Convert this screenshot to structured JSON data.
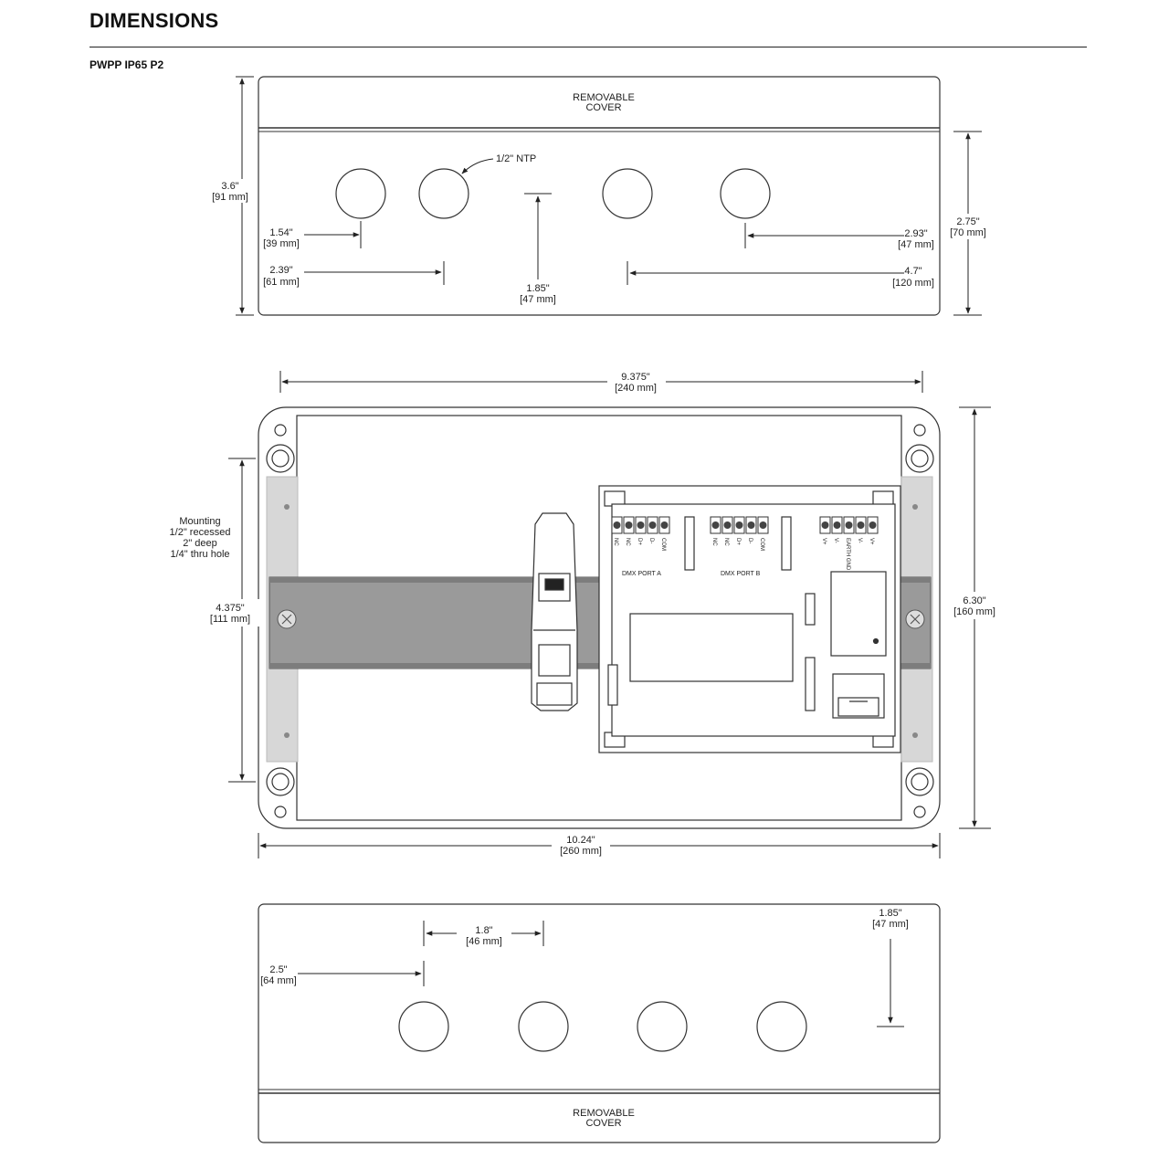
{
  "page": {
    "title": "DIMENSIONS",
    "subtitle": "PWPP IP65 P2"
  },
  "top_view": {
    "cover_label": [
      "REMOVABLE",
      "COVER"
    ],
    "knockout_label": "1/2\" NTP",
    "dims": {
      "height": [
        "3.6\"",
        "[91 mm]"
      ],
      "d154": [
        "1.54\"",
        "[39 mm]"
      ],
      "d239": [
        "2.39\"",
        "[61 mm]"
      ],
      "d185": [
        "1.85\"",
        "[47 mm]"
      ],
      "d293": [
        "2.93\"",
        "[47 mm]"
      ],
      "d47": [
        "4.7\"",
        "[120 mm]"
      ],
      "d275": [
        "2.75\"",
        "[70 mm]"
      ]
    }
  },
  "front_view": {
    "dims": {
      "inner_width": [
        "9.375\"",
        "[240 mm]"
      ],
      "outer_width": [
        "10.24\"",
        "[260 mm]"
      ],
      "mount_height": [
        "4.375\"",
        "[111 mm]"
      ],
      "outer_height": [
        "6.30\"",
        "[160 mm]"
      ]
    },
    "mounting_note": [
      "Mounting",
      "1/2\" recessed",
      "2\" deep",
      "1/4\" thru hole"
    ],
    "port_a": "DMX PORT A",
    "port_b": "DMX PORT B",
    "terminal_labels_a": [
      "NC",
      "NC",
      "D+",
      "D-",
      "COM"
    ],
    "terminal_labels_b": [
      "NC",
      "NC",
      "D+",
      "D-",
      "COM"
    ],
    "terminal_labels_power": [
      "V+",
      "V-",
      "EARTH GND",
      "V-",
      "V+"
    ]
  },
  "bottom_view": {
    "cover_label": [
      "REMOVABLE",
      "COVER"
    ],
    "dims": {
      "d18": [
        "1.8\"",
        "[46 mm]"
      ],
      "d25": [
        "2.5\"",
        "[64 mm]"
      ],
      "d185": [
        "1.85\"",
        "[47 mm]"
      ]
    }
  }
}
